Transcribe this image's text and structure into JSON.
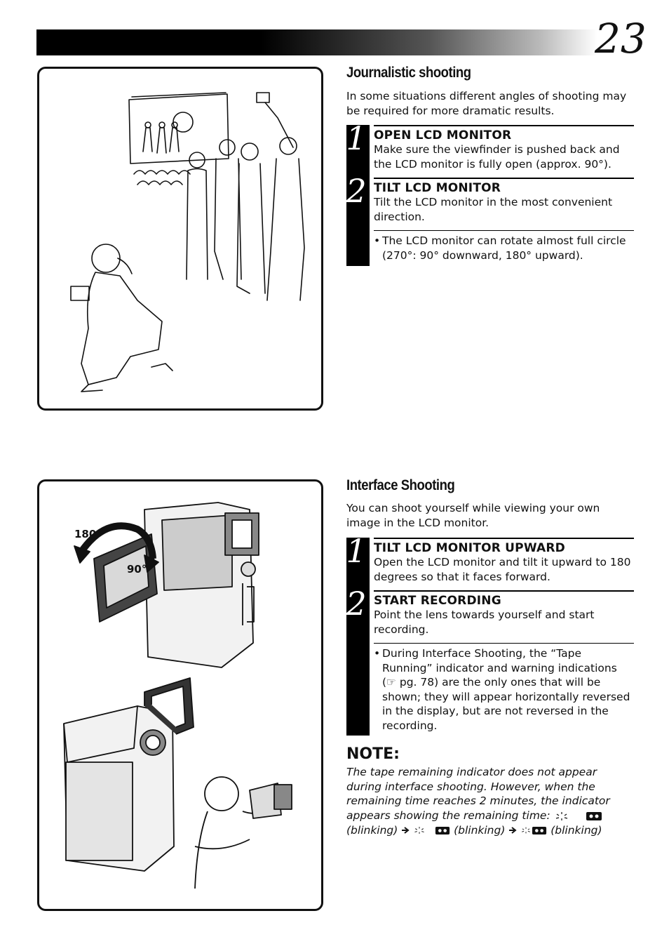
{
  "page": {
    "number": "23"
  },
  "journalistic": {
    "title": "Journalistic shooting",
    "intro": "In some situations different angles of shooting may be required for more dramatic results.",
    "steps": [
      {
        "num": "1",
        "title": "OPEN LCD MONITOR",
        "text": "Make sure the viewfinder is pushed back and the LCD monitor is fully open (approx. 90°)."
      },
      {
        "num": "2",
        "title": "TILT LCD MONITOR",
        "text": "Tilt the LCD monitor in the most convenient direction."
      }
    ],
    "bullet": "The LCD monitor can rotate almost full circle (270°: 90° downward, 180° upward)."
  },
  "interface": {
    "title": "Interface Shooting",
    "intro": "You can shoot yourself while viewing your own image in the LCD monitor.",
    "steps": [
      {
        "num": "1",
        "title": "TILT LCD MONITOR UPWARD",
        "text": "Open the LCD monitor and tilt it upward to 180 degrees so that it faces forward."
      },
      {
        "num": "2",
        "title": "START RECORDING",
        "text": "Point the lens towards yourself and start recording."
      }
    ],
    "bullet": "During Interface Shooting, the “Tape Running” indicator and warning indications (☞ pg. 78) are the only ones that will be shown; they will appear horizontally reversed in the display, but are not reversed in the recording.",
    "illustration_labels": {
      "angle_180": "180°",
      "angle_90": "90°"
    }
  },
  "note": {
    "title": "NOTE:",
    "text_1": "The tape remaining indicator does not appear during interface shooting. However, when the remaining time reaches 2 minutes, the indicator appears showing the remaining time:",
    "blinking": "(blinking)"
  },
  "icons": [
    "tape-cassette-icon",
    "blink-rays-icon",
    "arrow-right-icon",
    "pointing-hand-icon"
  ]
}
